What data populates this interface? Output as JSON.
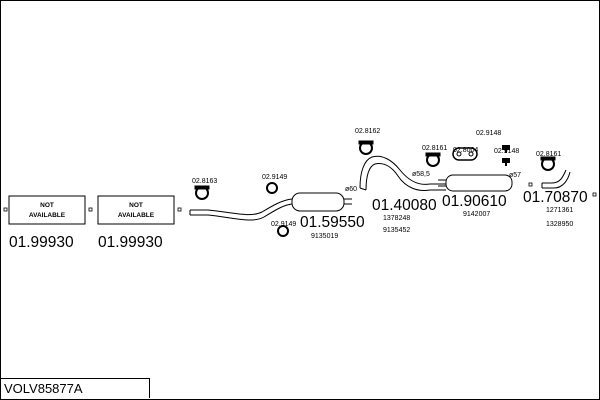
{
  "model": "VOLV85877A",
  "not_available_label": [
    "NOT",
    "AVAILABLE"
  ],
  "parts": [
    {
      "code": "01.99930",
      "sub": []
    },
    {
      "code": "01.99930",
      "sub": []
    },
    {
      "code": "01.59550",
      "sub": [
        "9135019"
      ]
    },
    {
      "code": "01.40080",
      "sub": [
        "1378248",
        "9135452"
      ]
    },
    {
      "code": "01.90610",
      "sub": [
        "9142007"
      ]
    },
    {
      "code": "01.70870",
      "sub": [
        "1271361",
        "1328950"
      ]
    }
  ],
  "fittings": [
    "02.8163",
    "02.9149",
    "02.9149",
    "02.8162",
    "02.8161",
    "02.8004",
    "02.9148",
    "02.9148",
    "02.8161"
  ],
  "diameters": [
    "ø60",
    "ø58,5",
    "ø57"
  ]
}
